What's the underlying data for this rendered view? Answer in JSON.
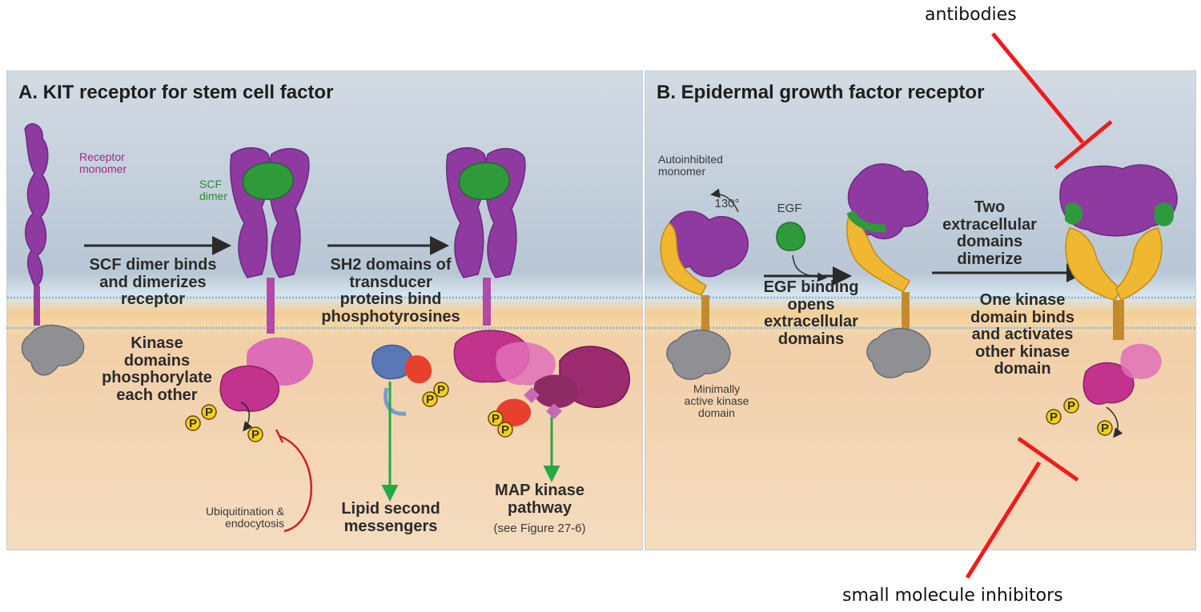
{
  "outer_labels": {
    "antibodies": "antibodies",
    "small_molecule_inhibitors": "small molecule inhibitors"
  },
  "panel_a": {
    "title": "A. KIT receptor for stem cell factor",
    "receptor_monomer": "Receptor monomer",
    "scf_dimer": "SCF dimer",
    "step1": "SCF dimer binds and dimerizes receptor",
    "step2": "SH2 domains of transducer proteins bind phosphotyrosines",
    "kinase": "Kinase domains phosphorylate each other",
    "ubiquitination": "Ubiquitination & endocytosis",
    "lipid": "Lipid second messengers",
    "map_kinase": "MAP kinase pathway",
    "see_figure": "(see Figure 27-6)"
  },
  "panel_b": {
    "title": "B. Epidermal growth factor receptor",
    "autoinhibited": "Autoinhibited monomer",
    "angle": "130°",
    "egf": "EGF",
    "egf_binding": "EGF binding opens extracellular domains",
    "dimerize": "Two extracellular domains dimerize",
    "kinase_activation": "One kinase domain binds and activates other kinase domain",
    "minimally_active": "Minimally active kinase domain"
  },
  "phospho_label": "P",
  "colors": {
    "receptor": "#8e3aa0",
    "scf": "#2f9a3a",
    "egf_ligand": "#2e9a3c",
    "kinase_grey": "#8f8f94",
    "kinase_pink": "#c2338e",
    "egfr_yellow": "#f0b830",
    "transducer_blue": "#5a78b8",
    "green_arrow": "#22aa44",
    "inhibit_red": "#ee1c1c",
    "membrane": "#f3cf98",
    "extracellular": "#bcc8d6",
    "cytoplasm": "#f3d6b2"
  }
}
